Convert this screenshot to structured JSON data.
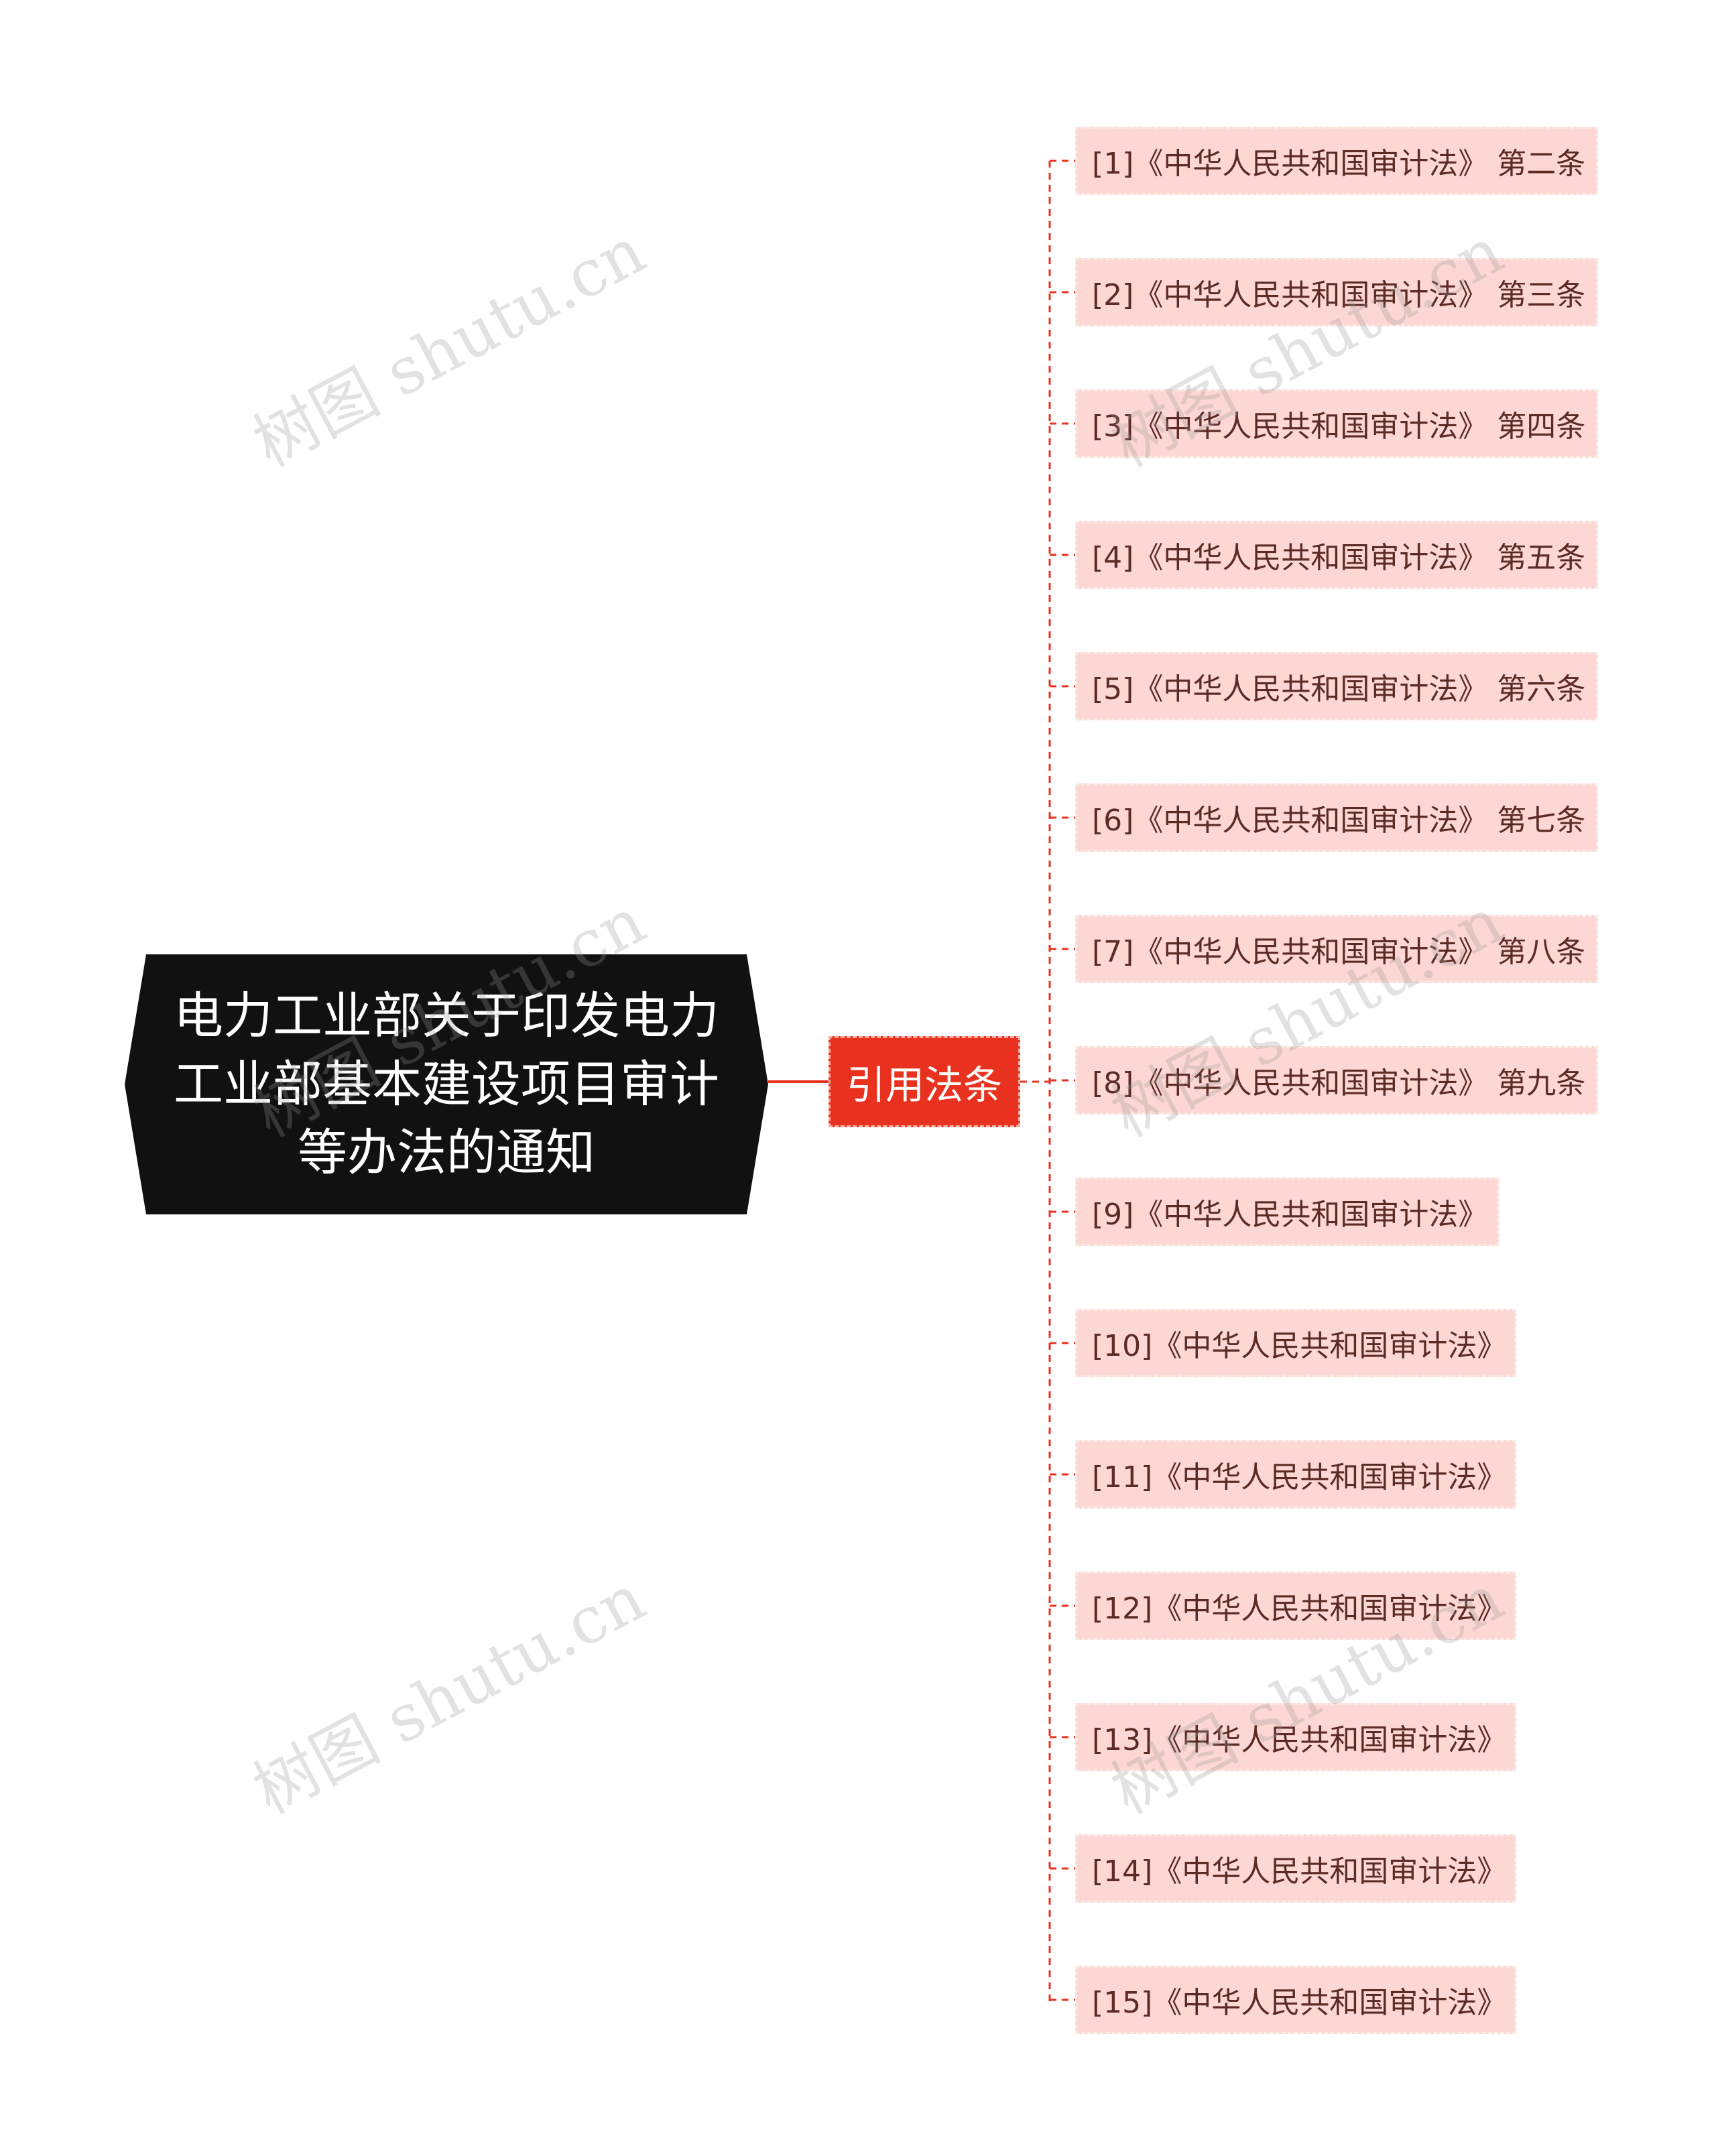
{
  "root": {
    "lines": [
      "电力工业部关于印发电力",
      "工业部基本建设项目审计",
      "等办法的通知"
    ]
  },
  "branch": {
    "label": "引用法条"
  },
  "leaves": [
    "[1]《中华人民共和国审计法》 第二条",
    "[2]《中华人民共和国审计法》 第三条",
    "[3]《中华人民共和国审计法》 第四条",
    "[4]《中华人民共和国审计法》 第五条",
    "[5]《中华人民共和国审计法》 第六条",
    "[6]《中华人民共和国审计法》 第七条",
    "[7]《中华人民共和国审计法》 第八条",
    "[8]《中华人民共和国审计法》 第九条",
    "[9]《中华人民共和国审计法》",
    "[10]《中华人民共和国审计法》",
    "[11]《中华人民共和国审计法》",
    "[12]《中华人民共和国审计法》",
    "[13]《中华人民共和国审计法》",
    "[14]《中华人民共和国审计法》",
    "[15]《中华人民共和国审计法》"
  ],
  "watermark": "树图 shutu.cn",
  "colors": {
    "root_bg": "#111111",
    "branch_bg": "#e8321f",
    "leaf_bg": "#fdd7d3",
    "connector": "#e8321f"
  }
}
